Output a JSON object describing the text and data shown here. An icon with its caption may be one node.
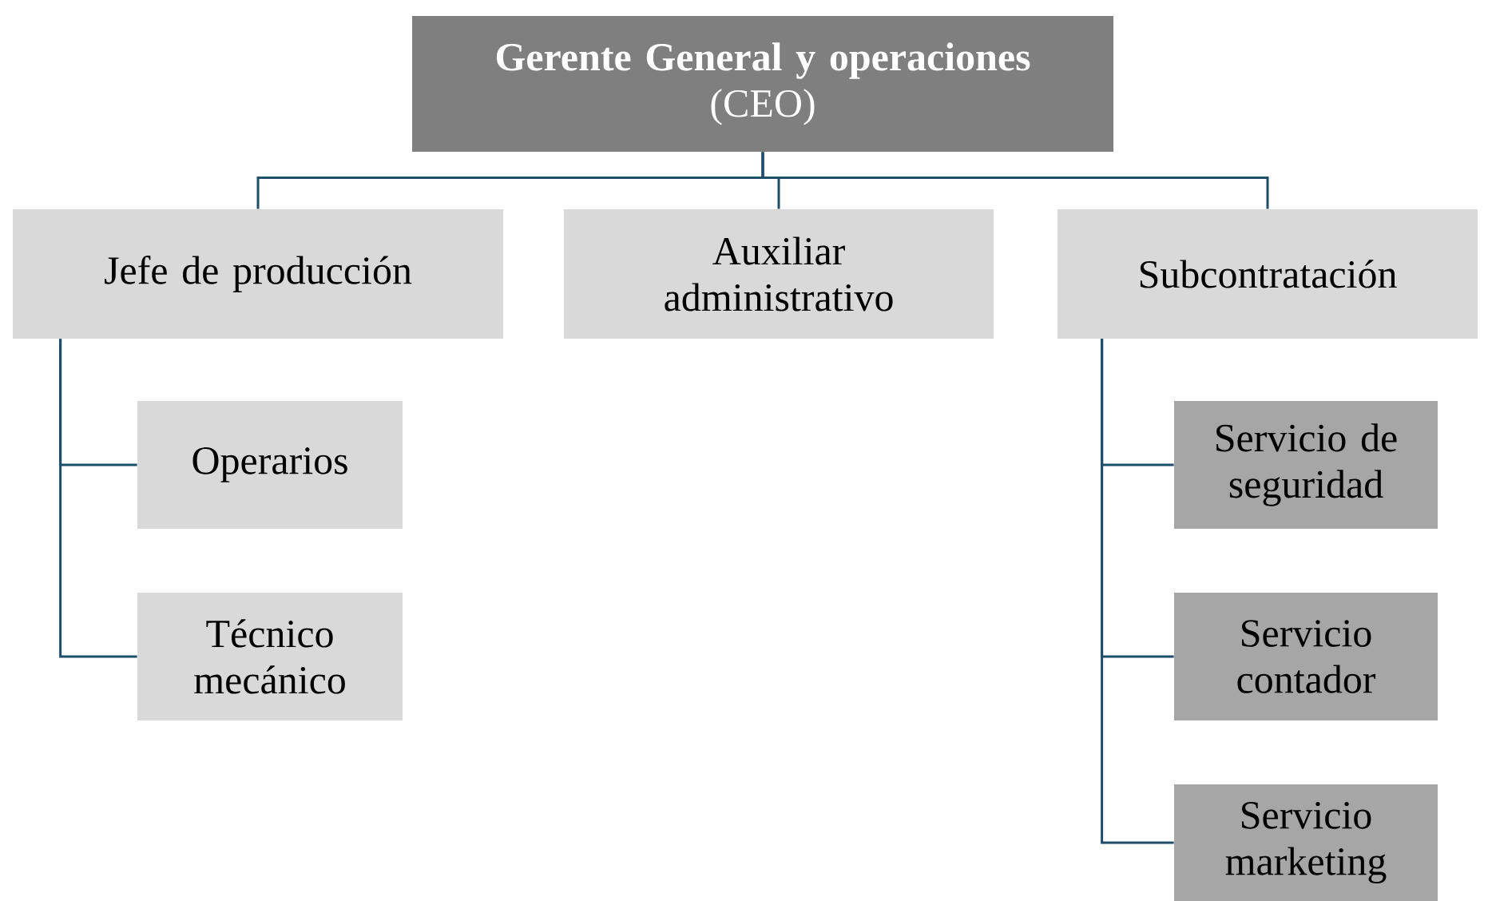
{
  "diagram": {
    "nodes": [
      {
        "text": [
          "Gerente General y operaciones",
          "(CEO)"
        ]
      },
      {
        "text": [
          "Jefe de producción"
        ]
      },
      {
        "text": [
          "Auxiliar administrativo"
        ]
      },
      {
        "text": [
          "Subcontratación"
        ]
      },
      {
        "text": [
          "Operarios"
        ]
      },
      {
        "text": [
          "Técnico mecánico"
        ]
      },
      {
        "text": [
          "Servicio de seguridad"
        ]
      },
      {
        "text": [
          "Servicio contador"
        ]
      },
      {
        "text": [
          "Servicio marketing"
        ]
      }
    ],
    "edges": [
      {
        "from": 0,
        "to": 1,
        "arrow": "none"
      },
      {
        "from": 0,
        "to": 2,
        "arrow": "none"
      },
      {
        "from": 0,
        "to": 3,
        "arrow": "none"
      },
      {
        "from": 1,
        "to": 4,
        "arrow": "none"
      },
      {
        "from": 1,
        "to": 5,
        "arrow": "none"
      },
      {
        "from": 3,
        "to": 6,
        "arrow": "none"
      },
      {
        "from": 3,
        "to": 7,
        "arrow": "none"
      },
      {
        "from": 3,
        "to": 8,
        "arrow": "none"
      }
    ]
  }
}
